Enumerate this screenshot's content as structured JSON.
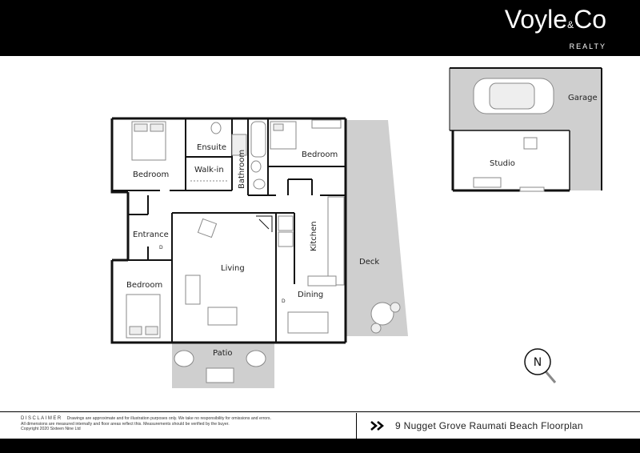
{
  "brand": {
    "name": "Voyle",
    "amp": "&",
    "suffix": "Co",
    "sub": "REALTY"
  },
  "rooms": {
    "garage": "Garage",
    "studio": "Studio",
    "ensuite": "Ensuite",
    "bathroom": "Bathroom",
    "walkin": "Walk-in",
    "bedroom_nw": "Bedroom",
    "bedroom_ne": "Bedroom",
    "bedroom_sw": "Bedroom",
    "entrance": "Entrance",
    "living": "Living",
    "kitchen": "Kitchen",
    "dining": "Dining",
    "deck": "Deck",
    "patio": "Patio"
  },
  "door_labels": {
    "d1": "D",
    "d2": "D"
  },
  "compass": "N",
  "footer": {
    "disclaimer_title": "DISCLAIMER",
    "disclaimer_line1": "Drawings are approximate and for illustration purposes only. We take no responsibility for omissions and errors.",
    "disclaimer_line2": "All dimensions are measured internally and floor areas reflect this. Measurements should be verified by the buyer.",
    "copyright": "Copyright 2020 Sixteen Nine Ltd",
    "address": "9 Nugget Grove Raumati Beach Floorplan"
  },
  "colors": {
    "header": "#000000",
    "wall": "#111111",
    "outdoor": "#cfcfcf",
    "furniture": "#9a9a9a"
  }
}
